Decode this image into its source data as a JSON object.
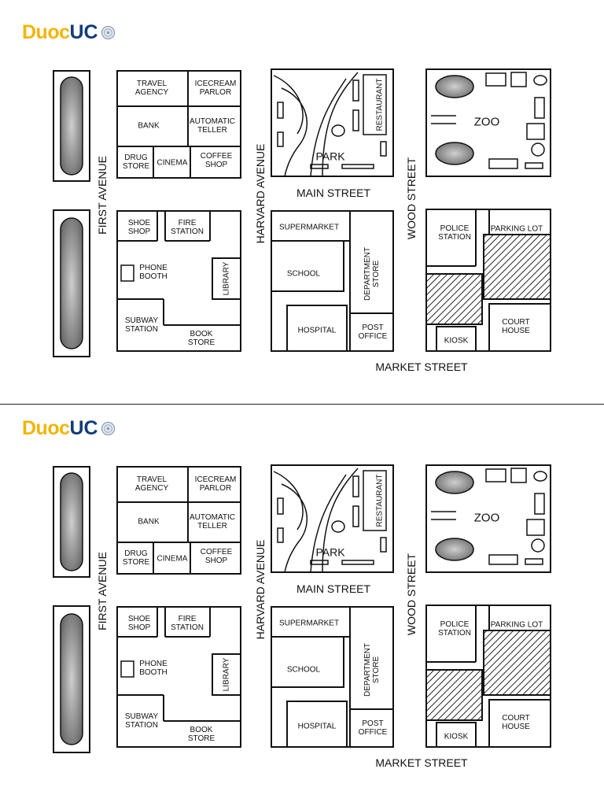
{
  "logo": {
    "brand_part1": "Duoc",
    "brand_part2": "UC",
    "colors": {
      "duoc": "#f4b400",
      "uc": "#123c7a"
    }
  },
  "map": {
    "streets": {
      "first_avenue": "FIRST AVENUE",
      "harvard_avenue": "HARVARD AVENUE",
      "wood_street": "WOOD STREET",
      "main_street": "MAIN STREET",
      "market_street": "MARKET STREET"
    },
    "places": {
      "travel_agency": "TRAVEL\nAGENCY",
      "icecream_parlor": "ICECREAM\nPARLOR",
      "bank": "BANK",
      "automatic_teller": "AUTOMATIC\nTELLER",
      "drug_store": "DRUG\nSTORE",
      "cinema": "CINEMA",
      "coffee_shop": "COFFEE\nSHOP",
      "park": "PARK",
      "restaurant": "RESTAURANT",
      "zoo": "ZOO",
      "shoe_shop": "SHOE\nSHOP",
      "fire_station": "FIRE\nSTATION",
      "phone_booth": "PHONE\nBOOTH",
      "library": "LIBRARY",
      "subway_station": "SUBWAY\nSTATION",
      "book_store": "BOOK\nSTORE",
      "supermarket": "SUPERMARKET",
      "school": "SCHOOL",
      "department_store": "DEPARTMENT\nSTORE",
      "hospital": "HOSPITAL",
      "post_office": "POST\nOFFICE",
      "police_station": "POLICE\nSTATION",
      "parking_lot": "PARKING LOT",
      "court_house": "COURT\nHOUSE",
      "kiosk": "KIOSK"
    }
  }
}
